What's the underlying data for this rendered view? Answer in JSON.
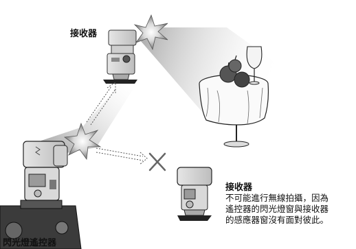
{
  "labels": {
    "top_receiver": "接收器",
    "commander": "閃光燈遙控器",
    "right_receiver_title": "接收器",
    "right_receiver_note": [
      "不可能進行無線拍攝，因為",
      "遙控器的閃光燈窗與接收器",
      "的感應器窗沒有面對彼此。"
    ]
  },
  "icons": {
    "blocked": "cross-mark-icon",
    "flash_burst": "starburst-icon",
    "still_life": "table-fruit-wine-icon"
  }
}
